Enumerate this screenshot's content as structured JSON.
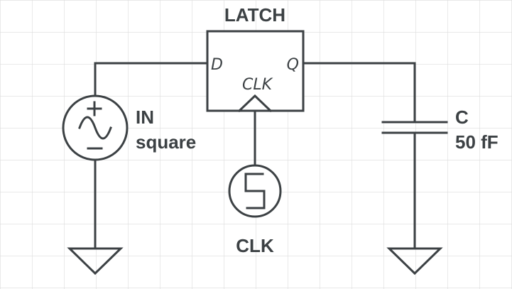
{
  "diagram": {
    "title": "LATCH",
    "pins": {
      "d": "D",
      "q": "Q",
      "clk": "CLK"
    },
    "input_source": {
      "name": "IN",
      "waveform": "square"
    },
    "clock_source": {
      "label": "CLK"
    },
    "capacitor": {
      "name": "C",
      "value": "50 fF"
    }
  },
  "colors": {
    "ink": "#3c4144",
    "grid": "#dcdcdc",
    "background": "#ffffff"
  },
  "icons": [
    "sine-source-icon",
    "square-wave-source-icon",
    "capacitor-icon",
    "ground-icon"
  ]
}
